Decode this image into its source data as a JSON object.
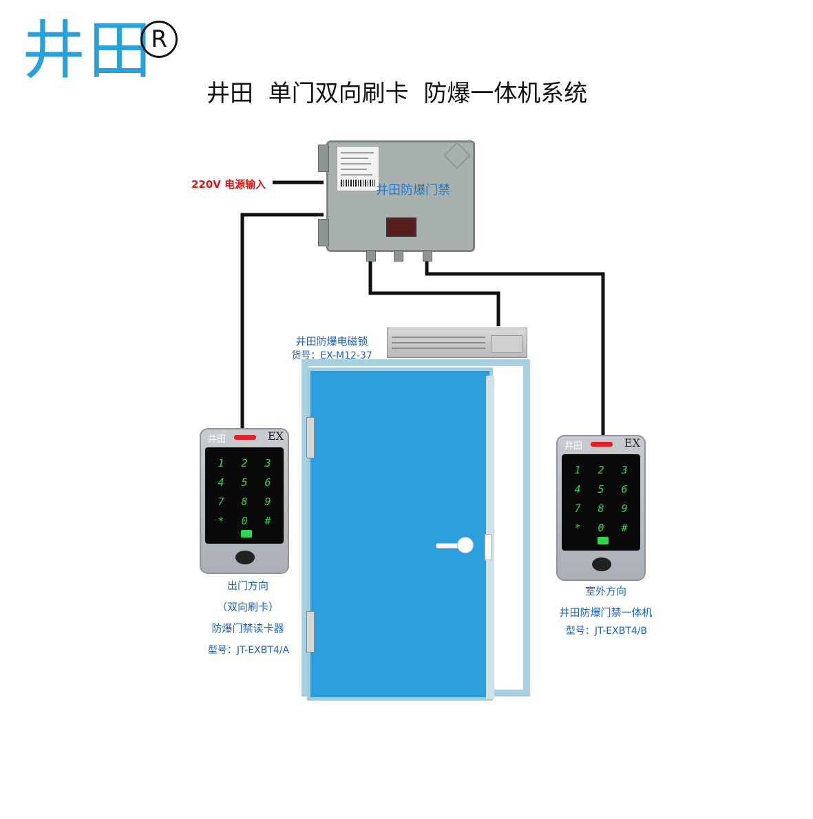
{
  "brand": {
    "logo_text": "井田",
    "registered_mark": "R"
  },
  "title": "井田  单门双向刷卡  防爆一体机系统",
  "power": {
    "label": "220V 电源输入"
  },
  "controller": {
    "label": "井田防爆门禁"
  },
  "maglock": {
    "name": "井田防爆电磁锁",
    "model": "货号：EX-M12-37"
  },
  "reader_exit": {
    "brand": "井田",
    "badge": "EX",
    "keys": [
      "1",
      "2",
      "3",
      "4",
      "5",
      "6",
      "7",
      "8",
      "9",
      "*",
      "0",
      "#"
    ],
    "lines": [
      "出门方向",
      "（双向刷卡）",
      "防爆门禁读卡器",
      "型号：JT-EXBT4/A"
    ]
  },
  "reader_outdoor": {
    "brand": "井田",
    "badge": "EX",
    "keys": [
      "1",
      "2",
      "3",
      "4",
      "5",
      "6",
      "7",
      "8",
      "9",
      "*",
      "0",
      "#"
    ],
    "lines": [
      "室外方向",
      "井田防爆门禁一体机",
      "型号：JT-EXBT4/B"
    ]
  },
  "colors": {
    "wire": "#111111",
    "door": "#2c9fdf",
    "frame": "#a9d0df",
    "label_blue": "#1d62b5",
    "power_red": "#d21a1a",
    "logo": "#2aa0d8"
  }
}
